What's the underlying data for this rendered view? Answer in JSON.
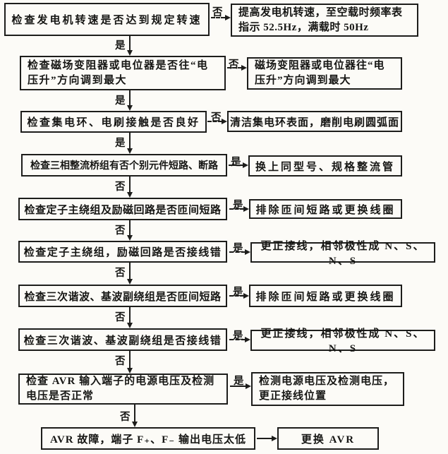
{
  "colors": {
    "ink": "#1d1d1b",
    "paper": "#fcfbf7"
  },
  "legend": {
    "yes": "是",
    "no": "否"
  },
  "rows": [
    {
      "check": "检查发电机转速是否达到规定转速",
      "action": "提高发电机转速，至空载时频率表指示 52.5Hz，满载时 50Hz",
      "branch": "否",
      "next": "是"
    },
    {
      "check": "检查磁场变阻器或电位器是否往“电压升”方向调到最大",
      "action": "磁场变阻器或电位器往“电压升”方向调到最大",
      "branch": "否",
      "next": "是"
    },
    {
      "check": "检查集电环、电刷接触是否良好",
      "action": "清洁集电环表面，磨削电刷圆弧面",
      "branch": "否",
      "next": "是"
    },
    {
      "check": "检查三相整流桥组有否个别元件短路、断路",
      "action": "换上同型号、规格整流管",
      "branch": "是",
      "next": "否"
    },
    {
      "check": "检查定子主绕组及励磁回路是否匝间短路",
      "action": "排除匝间短路或更换线圈",
      "branch": "是",
      "next": "否"
    },
    {
      "check": "检查定子主绕组，励磁回路是否接线错",
      "action": "更正接线，相邻极性成 N、S、N、S",
      "branch": "是",
      "next": "否"
    },
    {
      "check": "检查三次谐波、基波副绕组是否匝间短路",
      "action": "排除匝间短路或更换线圈",
      "branch": "是",
      "next": "否"
    },
    {
      "check": "检查三次谐波、基波副绕组是否接线错",
      "action": "更正接线，相邻极性成 N、S、N、S",
      "branch": "是",
      "next": "否"
    },
    {
      "check": "检查 AVR 输入端子的电源电压及检测电压是否正常",
      "action": "检测电源电压及检测电压，更正接线位置",
      "branch": "是",
      "next": "否"
    },
    {
      "check": "AVR 故障，端子 F₊、F₋ 输出电压太低",
      "action": "更换 AVR",
      "branch": "",
      "next": ""
    }
  ]
}
